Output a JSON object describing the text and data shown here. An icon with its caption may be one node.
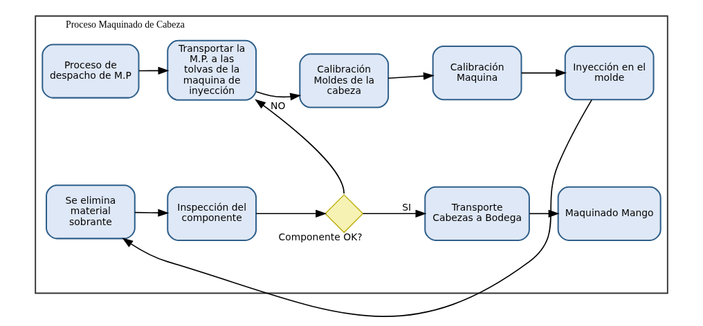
{
  "diagram": {
    "nodes": [
      {
        "text": [
          "Proceso Maquinado de Cabeza"
        ]
      },
      {
        "text": [
          "Proceso de despacho de M.P"
        ],
        "in": 0
      },
      {
        "text": [
          "Transportar la M.P. a las tolvas de la maquina de inyección"
        ],
        "in": 0
      },
      {
        "text": [
          "Calibración Moldes de la cabeza"
        ],
        "in": 0
      },
      {
        "text": [
          "Calibración Maquina"
        ],
        "in": 0
      },
      {
        "text": [
          "Inyección en el molde"
        ],
        "in": 0
      },
      {
        "text": [
          "Se elimina material sobrante"
        ],
        "in": 0
      },
      {
        "text": [
          "Inspección del componente"
        ],
        "in": 0
      },
      {
        "text": [],
        "shape": "diamond",
        "beside": [
          "Componente OK?"
        ],
        "in": 0
      },
      {
        "text": [
          "Transporte Cabezas a Bodega"
        ],
        "in": 0
      },
      {
        "text": [
          "Maquinado Mango"
        ],
        "in": 0
      }
    ],
    "edges": [
      {
        "from": 1,
        "to": 2,
        "arrow": "to"
      },
      {
        "from": 2,
        "to": 3,
        "arrow": "to"
      },
      {
        "from": 3,
        "to": 4,
        "arrow": "to"
      },
      {
        "from": 4,
        "to": 5,
        "arrow": "to"
      },
      {
        "from": 5,
        "to": 6,
        "arrow": "to"
      },
      {
        "from": 6,
        "to": 7,
        "arrow": "to"
      },
      {
        "from": 7,
        "to": 8,
        "arrow": "to"
      },
      {
        "from": 8,
        "to": 2,
        "arrow": "to",
        "label": "NO"
      },
      {
        "from": 8,
        "to": 9,
        "arrow": "to",
        "label": "SI"
      },
      {
        "from": 9,
        "to": 10,
        "arrow": "to"
      }
    ]
  }
}
